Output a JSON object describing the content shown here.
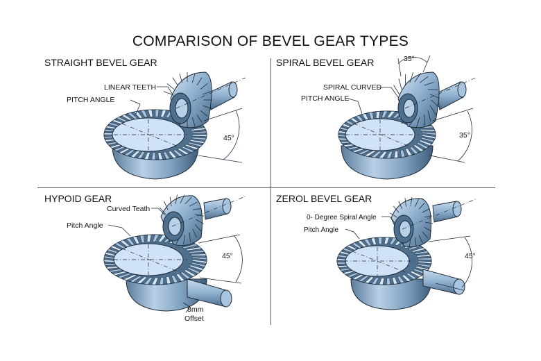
{
  "title": "COMPARISON OF BEVEL GEAR TYPES",
  "colors": {
    "gear_light": "#c8dcf0",
    "gear_mid": "#8eb0cf",
    "gear_dark": "#4f6f8f",
    "outline": "#1d2a38",
    "face": "#cfe2f7"
  },
  "panels": [
    {
      "id": "straight",
      "title": "STRAIGHT BEVEL GEAR",
      "tooth_label": "LINEAR TEETH",
      "pitch_label": "PITCH ANGLE",
      "angle_label": "45°"
    },
    {
      "id": "spiral",
      "title": "SPIRAL BEVEL GEAR",
      "tooth_label": "SPIRAL CURVED",
      "pitch_label": "PITCH ANGLE",
      "angle_label": "35°",
      "top_angle_label": "35°"
    },
    {
      "id": "hypoid",
      "title": "HYPOID GEAR",
      "tooth_label": "Curved Teath",
      "pitch_label": "Pitch Angle",
      "angle_label": "45°",
      "offset_label_1": "8mm",
      "offset_label_2": "Offset"
    },
    {
      "id": "zerol",
      "title": "ZEROL BEVEL GEAR",
      "tooth_label": "0- Degree Spiral Angle",
      "pitch_label": "Pitch Angle",
      "angle_label": "45°"
    }
  ]
}
